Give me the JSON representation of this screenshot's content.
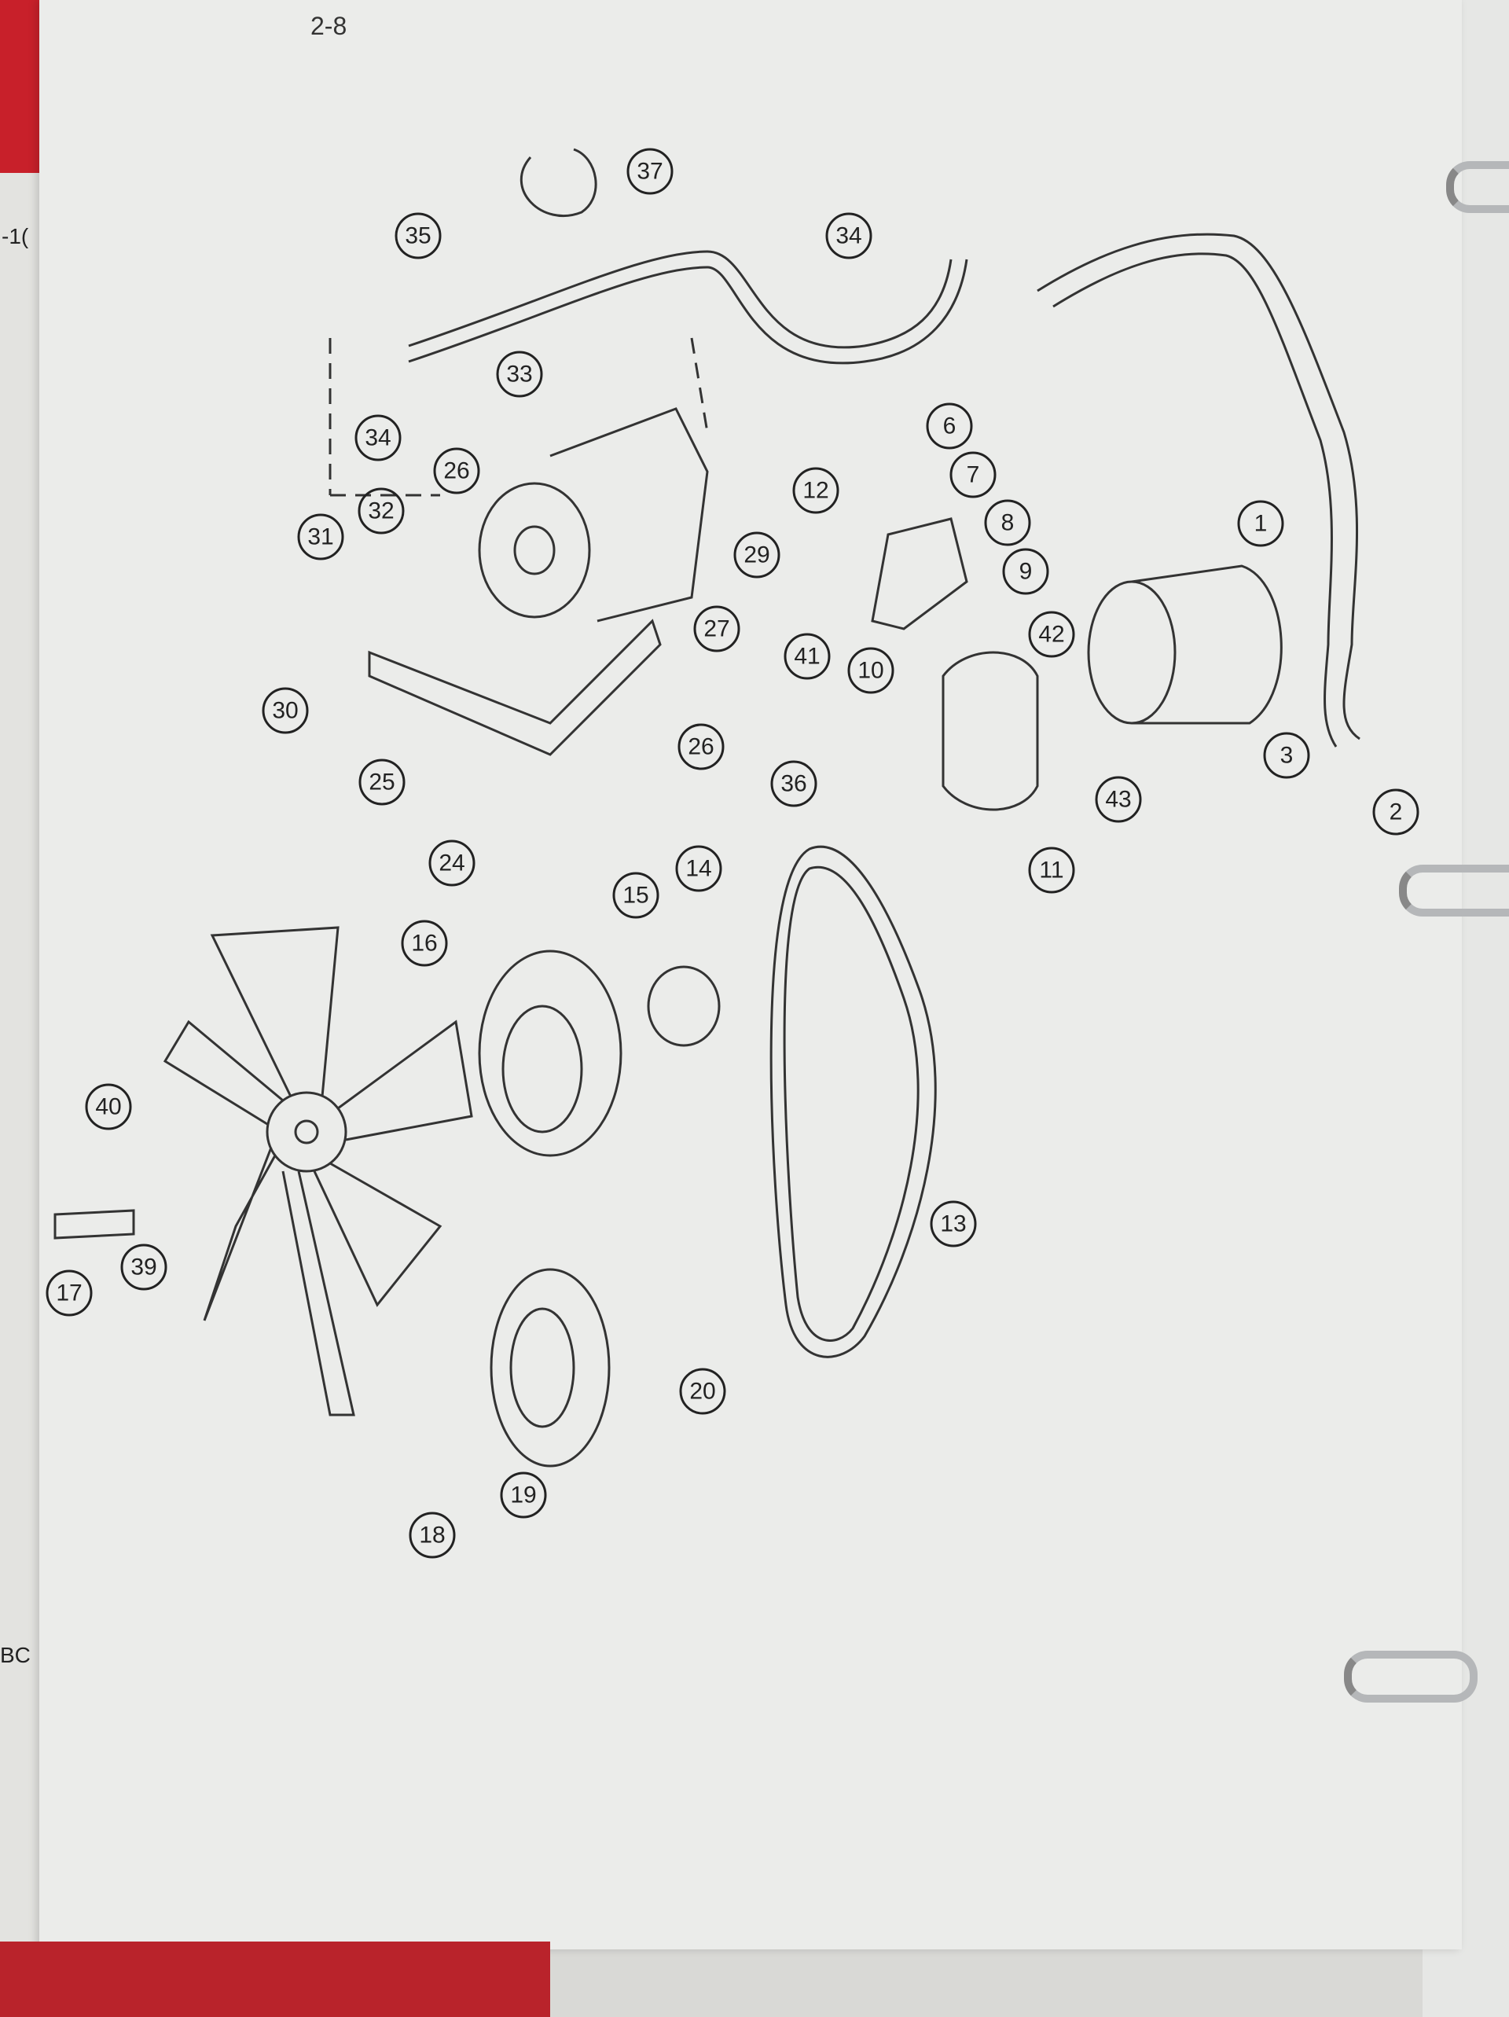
{
  "page": {
    "page_number": "2-8",
    "left_edge_text_top": "-1(",
    "left_edge_text_bottom": "BC"
  },
  "callouts": [
    "37",
    "35",
    "34",
    "33",
    "34",
    "26",
    "6",
    "7",
    "12",
    "1",
    "8",
    "31",
    "32",
    "29",
    "9",
    "27",
    "42",
    "41",
    "10",
    "30",
    "26",
    "3",
    "36",
    "43",
    "25",
    "2",
    "11",
    "24",
    "14",
    "15",
    "16",
    "40",
    "13",
    "39",
    "17",
    "20",
    "19",
    "18"
  ],
  "colors": {
    "binder_red": "#c8202a",
    "page": "#ebecea",
    "ink": "#222222"
  }
}
